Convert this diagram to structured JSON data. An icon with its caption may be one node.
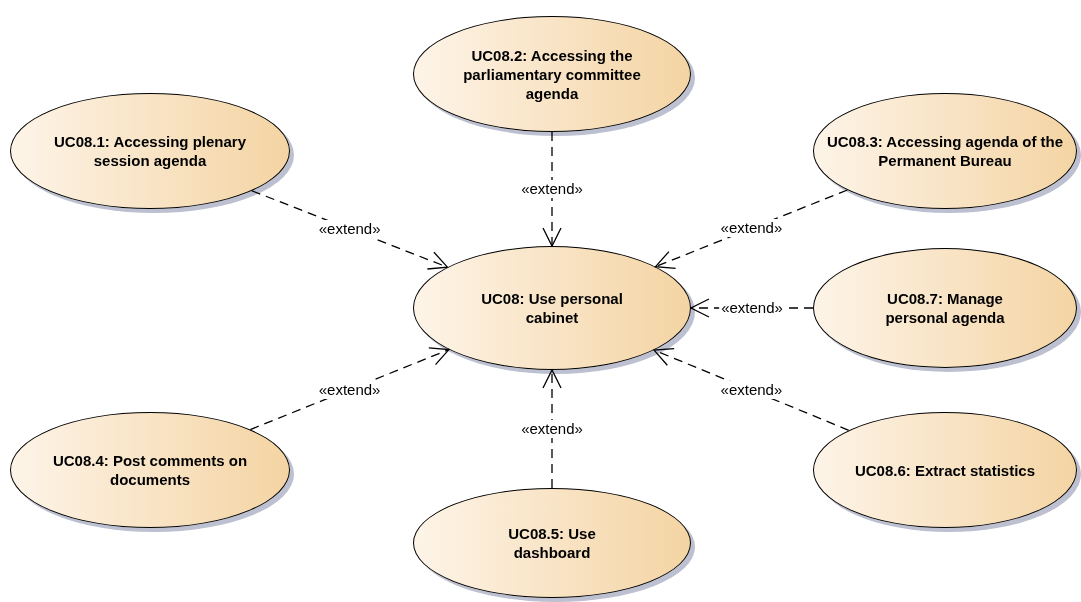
{
  "diagram": {
    "nodes": [
      {
        "text": [
          "UC08.2: Accessing the parliamentary committee agenda"
        ]
      },
      {
        "text": [
          "UC08.1: Accessing plenary session agenda"
        ]
      },
      {
        "text": [
          "UC08.3: Accessing agenda of the Permanent Bureau"
        ]
      },
      {
        "text": [
          "UC08: Use personal cabinet"
        ]
      },
      {
        "text": [
          "UC08.7: Manage personal agenda"
        ]
      },
      {
        "text": [
          "UC08.4: Post comments on documents"
        ]
      },
      {
        "text": [
          "UC08.6: Extract statistics"
        ]
      },
      {
        "text": [
          "UC08.5: Use dashboard"
        ]
      }
    ],
    "edges": [
      {
        "from": 0,
        "to": 3,
        "arrow": "to",
        "label": "«extend»",
        "style": "dashed"
      },
      {
        "from": 1,
        "to": 3,
        "arrow": "to",
        "label": "«extend»",
        "style": "dashed"
      },
      {
        "from": 2,
        "to": 3,
        "arrow": "to",
        "label": "«extend»",
        "style": "dashed"
      },
      {
        "from": 4,
        "to": 3,
        "arrow": "to",
        "label": "«extend»",
        "style": "dashed"
      },
      {
        "from": 5,
        "to": 3,
        "arrow": "to",
        "label": "«extend»",
        "style": "dashed"
      },
      {
        "from": 6,
        "to": 3,
        "arrow": "to",
        "label": "«extend»",
        "style": "dashed"
      },
      {
        "from": 7,
        "to": 3,
        "arrow": "to",
        "label": "«extend»",
        "style": "dashed"
      }
    ]
  }
}
